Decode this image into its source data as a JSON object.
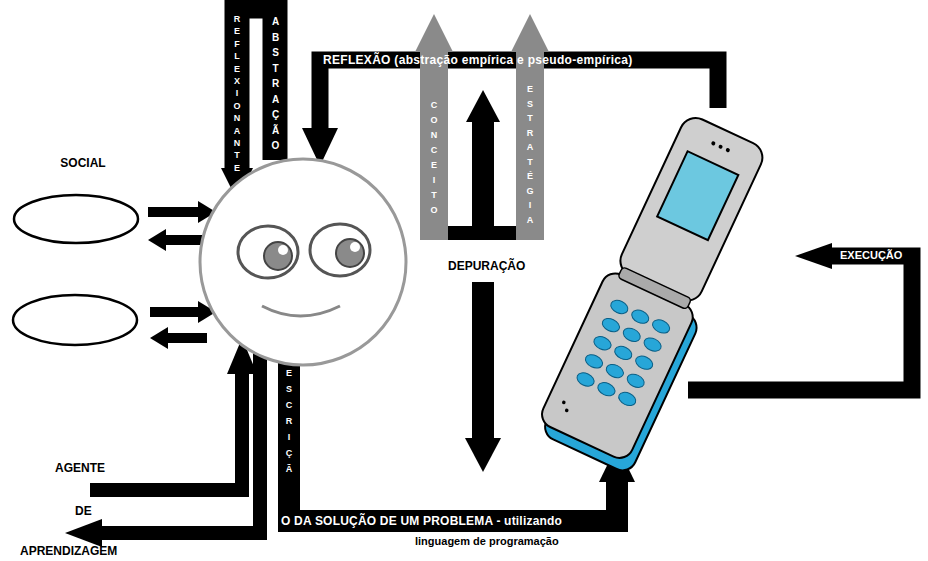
{
  "diagram": {
    "nodes": [
      {
        "text": [
          "SOCIAL"
        ]
      }
    ],
    "labels": [
      "REFLEXIONANTE",
      "ABSTRAÇÃO",
      "REFLEXÃO (abstração empírica e pseudo-empírica)",
      "CONCEITO",
      "ESTRATÉGIA",
      "DEPURAÇÃO",
      "EXECUÇÃO",
      "DESCRIÇÃ",
      "O DA SOLUÇÃO DE UM PROBLEMA - utilizando",
      "linguagem de programação",
      "AGENTE",
      "DE",
      "APRENDIZAGEM"
    ]
  }
}
